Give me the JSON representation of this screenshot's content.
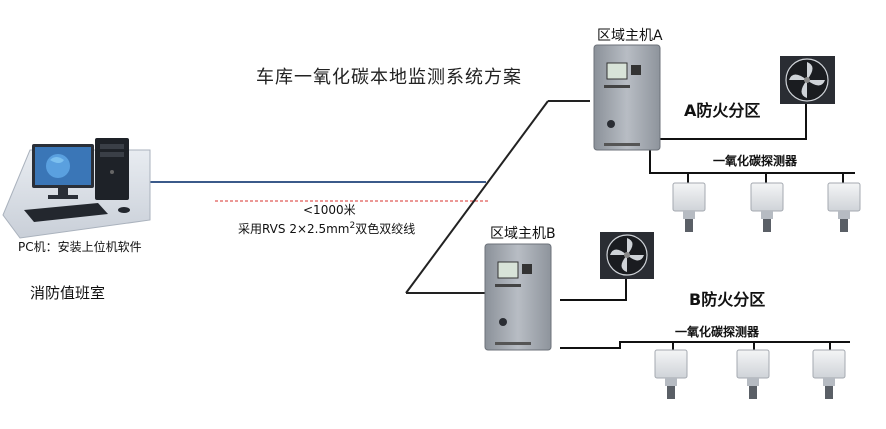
{
  "title": "车库一氧化碳本地监测系统方案",
  "pc": {
    "caption": "PC机：安装上位机软件",
    "room": "消防值班室"
  },
  "cable": {
    "distance": "<1000米",
    "spec_prefix": "采用RVS 2×2.5mm",
    "spec_sup": "2",
    "spec_suffix": "双色双绞线"
  },
  "host_a": {
    "label": "区域主机A",
    "zone": "A防火分区",
    "sensors_label": "一氧化碳探测器"
  },
  "host_b": {
    "label": "区域主机B",
    "zone": "B防火分区",
    "sensors_label": "一氧化碳探测器"
  },
  "icons": [
    "computer-icon",
    "controller-icon",
    "fan-icon",
    "sensor-icon"
  ],
  "colors": {
    "cable_blue": "#3b5a8a",
    "cable_red": "#d9322e",
    "line_dark": "#111111",
    "panel_gray": "#9aa0a8",
    "fan_dark": "#2a2d33"
  }
}
